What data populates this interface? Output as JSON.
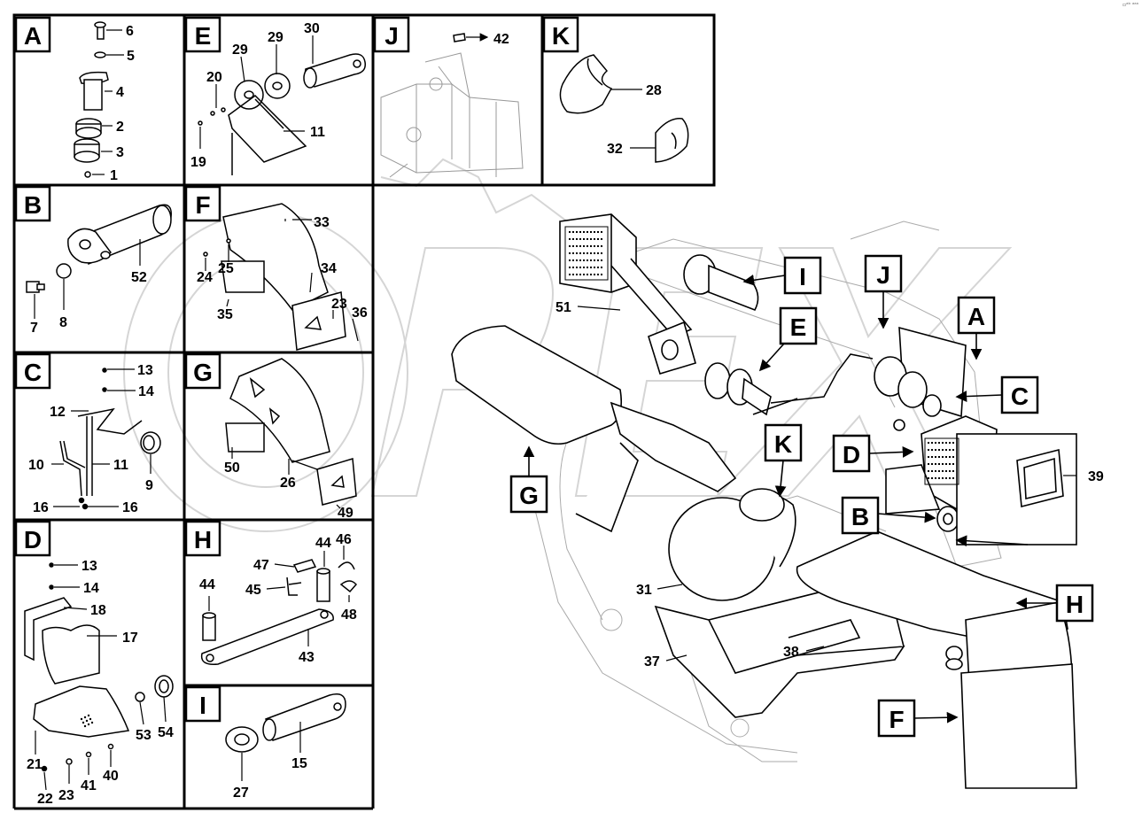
{
  "panels": [
    {
      "letter": "A",
      "parts": [
        "6",
        "5",
        "4",
        "2",
        "3",
        "1"
      ]
    },
    {
      "letter": "E",
      "parts": [
        "30",
        "29",
        "29",
        "20",
        "11",
        "19"
      ]
    },
    {
      "letter": "J",
      "parts": [
        "42"
      ]
    },
    {
      "letter": "K",
      "parts": [
        "28",
        "32"
      ]
    },
    {
      "letter": "B",
      "parts": [
        "52",
        "7",
        "8"
      ]
    },
    {
      "letter": "F",
      "parts": [
        "33",
        "25",
        "24",
        "34",
        "35",
        "23",
        "36"
      ]
    },
    {
      "letter": "C",
      "parts": [
        "13",
        "14",
        "12",
        "10",
        "11",
        "9",
        "16",
        "16"
      ]
    },
    {
      "letter": "G",
      "parts": [
        "50",
        "26",
        "49"
      ]
    },
    {
      "letter": "D",
      "parts": [
        "13",
        "14",
        "18",
        "17",
        "53",
        "54",
        "21",
        "22",
        "23",
        "41",
        "40"
      ]
    },
    {
      "letter": "H",
      "parts": [
        "44",
        "46",
        "47",
        "45",
        "48",
        "44",
        "43"
      ]
    },
    {
      "letter": "I",
      "parts": [
        "15",
        "27"
      ]
    }
  ],
  "main_callouts": [
    "I",
    "J",
    "A",
    "E",
    "C",
    "K",
    "D",
    "G",
    "B",
    "H",
    "F"
  ],
  "main_parts": [
    "51",
    "39",
    "31",
    "38",
    "37"
  ],
  "corner_mark": "▫ᵃᵇ ᵃᵃᵃ",
  "watermark": "OPEX"
}
